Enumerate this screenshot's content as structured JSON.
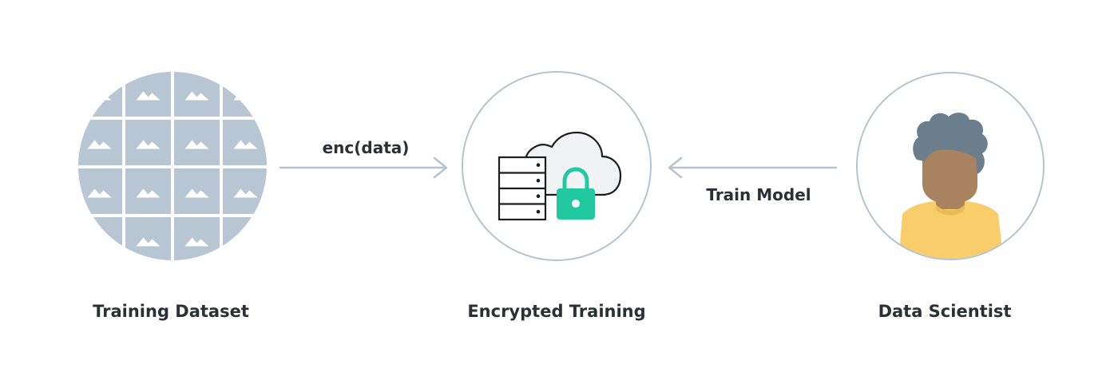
{
  "nodes": {
    "dataset": {
      "label": "Training Dataset"
    },
    "training": {
      "label": "Encrypted Training"
    },
    "scientist": {
      "label": "Data Scientist"
    }
  },
  "edges": {
    "left": {
      "label": "enc(data)"
    },
    "right": {
      "label": "Train Model"
    }
  },
  "colors": {
    "tile": "#b7c6d2",
    "circle_stroke": "#b4c4cf",
    "arrow": "#b4c4cf",
    "lock": "#22c9a0",
    "hair": "#6b7e8c",
    "skin": "#a98360",
    "shirt": "#f9cd6a"
  }
}
